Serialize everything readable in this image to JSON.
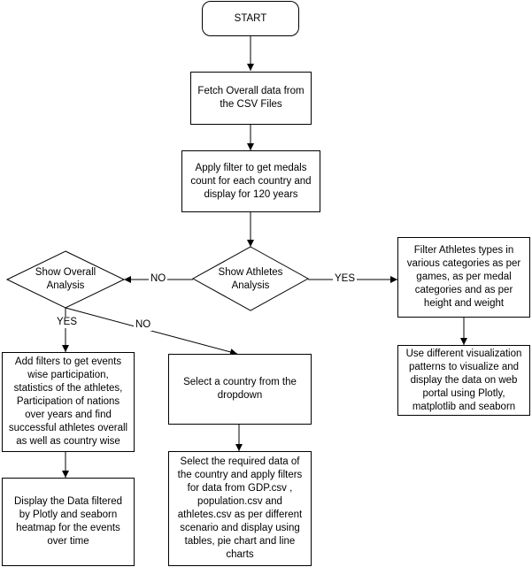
{
  "nodes": {
    "start": "START",
    "fetch": "Fetch Overall data from the CSV Files",
    "filter": "Apply filter to get medals count for each country and display for 120 years",
    "athletes_decision": "Show Athletes Analysis",
    "overall_decision": "Show Overall Analysis",
    "filter_athletes": "Filter Athletes types in various categories as per games, as per medal categories and as per height and weight",
    "visualize": "Use different visualization patterns to visualize and display the data on web portal using Plotly, matplotlib and seaborn",
    "add_filters": "Add filters to get events wise participation, statistics of the athletes, Participation of nations over years and find successful athletes overall as well as country wise",
    "display_plotly": "Display the Data filtered by Plotly and seaborn heatmap for the events over time",
    "select_country": "Select a country from the dropdown",
    "select_data": "Select the required data of the country and apply filters for data  from GDP.csv , population.csv and athletes.csv as per different scenario and display using tables, pie chart and line charts"
  },
  "edge_labels": {
    "no_left": "NO",
    "yes_right": "YES",
    "yes_down": "YES",
    "no_diag": "NO"
  }
}
